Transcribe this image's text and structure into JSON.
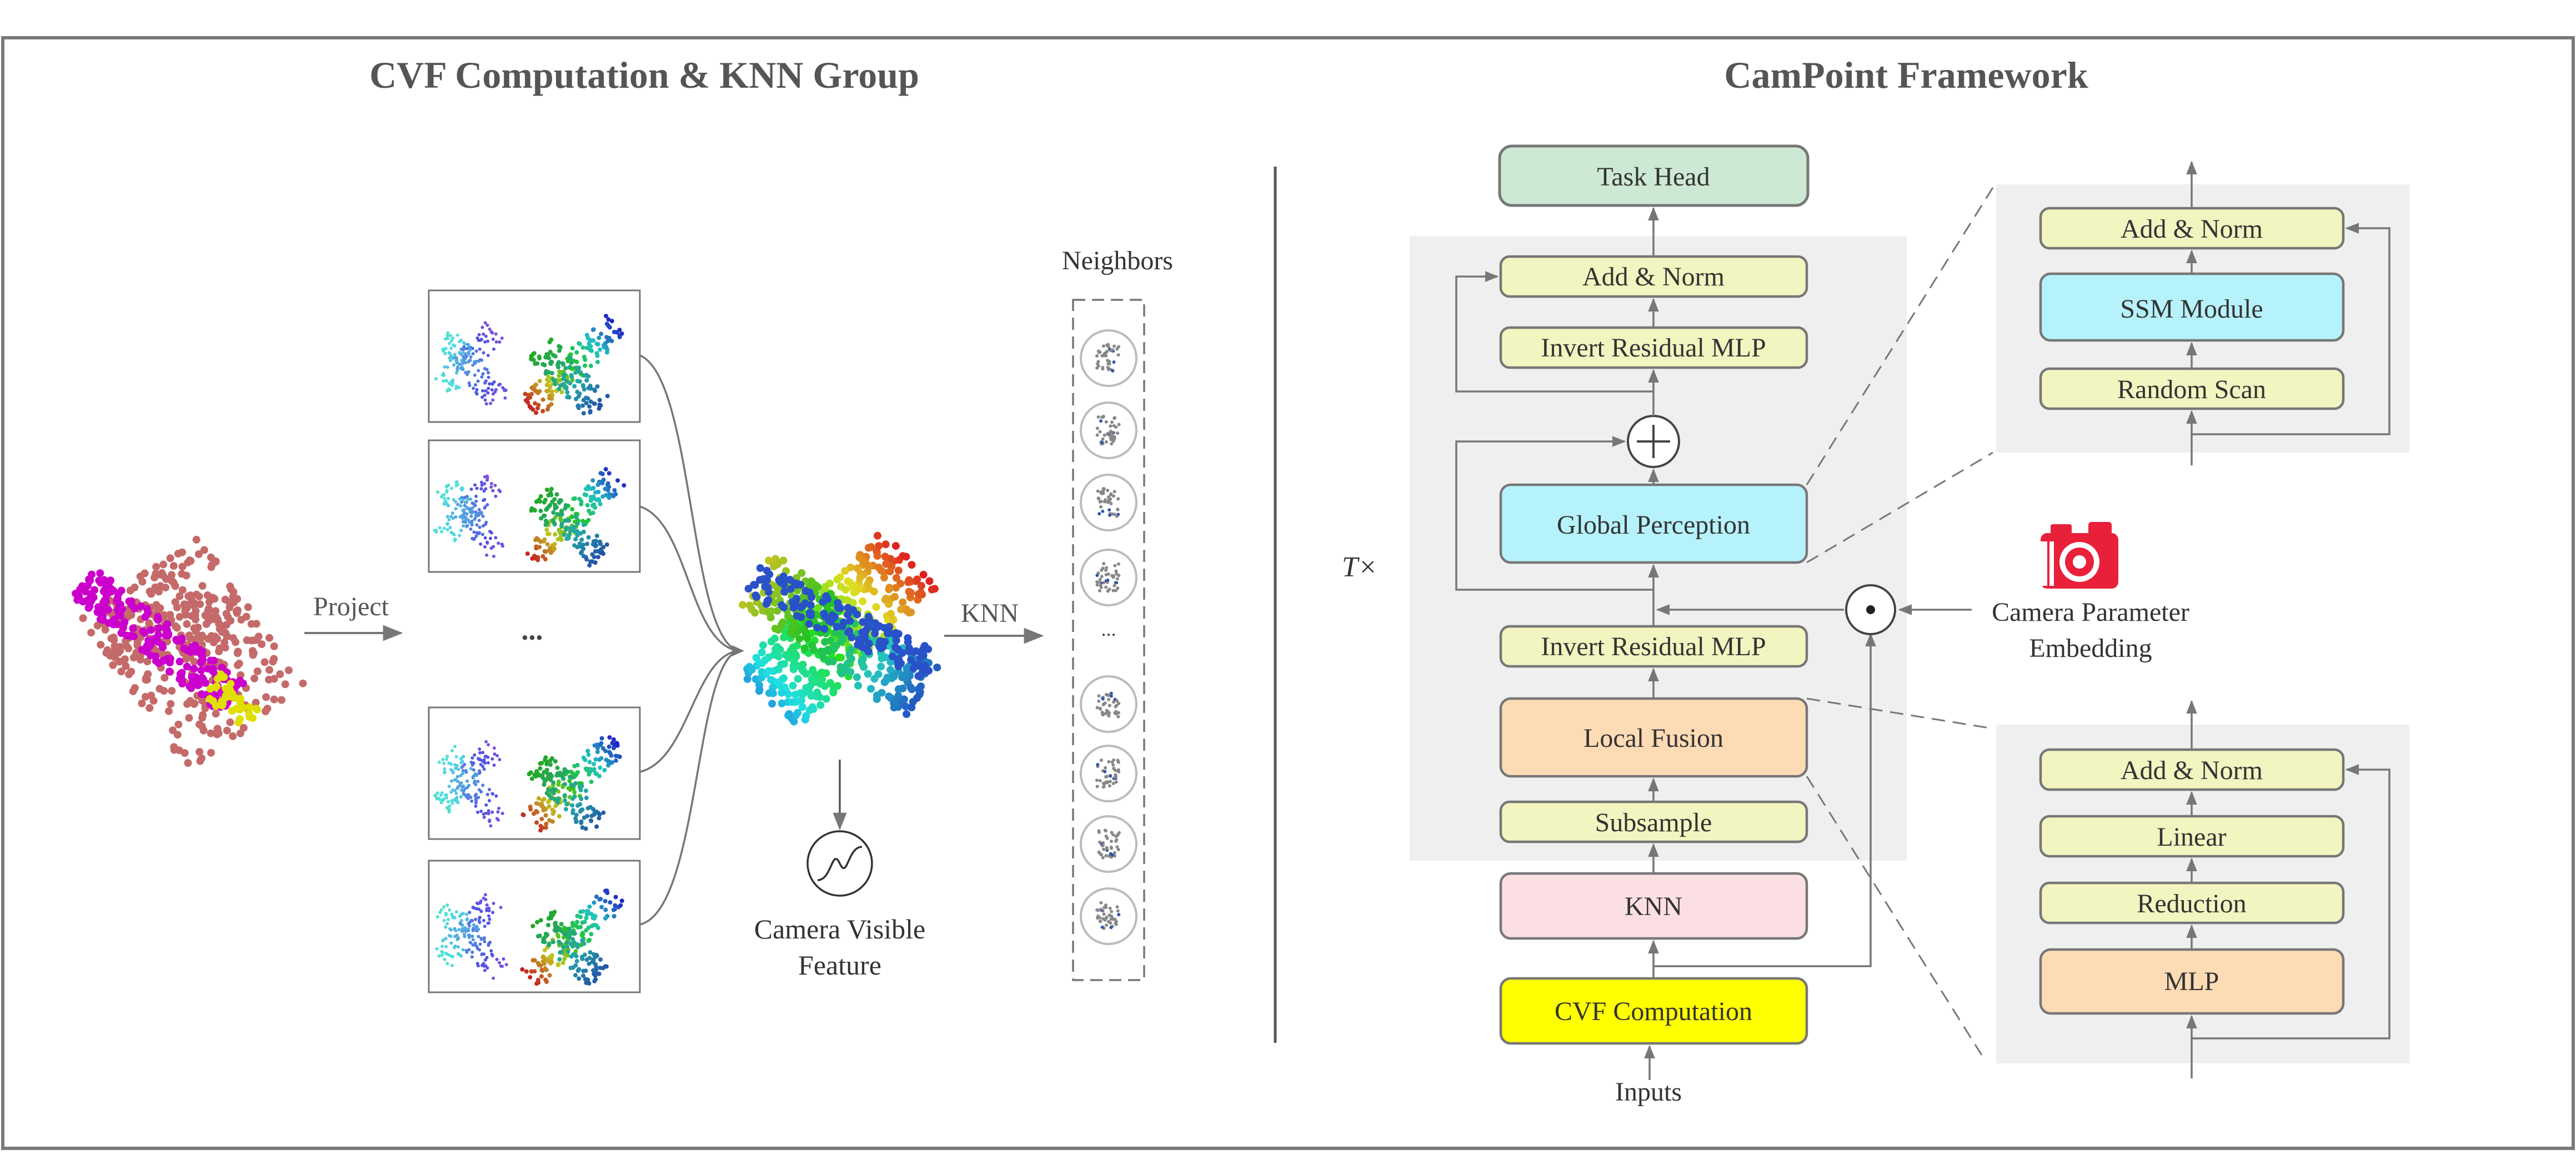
{
  "left_panel": {
    "title": "CVF Computation & KNN Group",
    "project_label": "Project",
    "ellipsis": "...",
    "knn_label": "KNN",
    "neighbors_label": "Neighbors",
    "neighbors_ellipsis": "...",
    "cvf_label_line1": "Camera Visible",
    "cvf_label_line2": "Feature"
  },
  "right_panel": {
    "title": "CamPoint Framework",
    "repeat_label": "T×",
    "blocks": {
      "task_head": "Task Head",
      "add_norm": "Add & Norm",
      "invert_mlp_top": "Invert Residual MLP",
      "global_perception": "Global Perception",
      "invert_mlp_bottom": "Invert Residual MLP",
      "local_fusion": "Local Fusion",
      "subsample": "Subsample",
      "knn": "KNN",
      "cvf_computation": "CVF Computation",
      "inputs": "Inputs"
    },
    "camera_param_line1": "Camera Parameter",
    "camera_param_line2": "Embedding",
    "ssm_detail": {
      "add_norm": "Add & Norm",
      "ssm_module": "SSM Module",
      "random_scan": "Random Scan"
    },
    "fusion_detail": {
      "add_norm": "Add & Norm",
      "linear": "Linear",
      "reduction": "Reduction",
      "mlp": "MLP"
    }
  },
  "colors": {
    "frame": "#7a7a7a",
    "group_bg": "#efefef",
    "task_head": "#cde9d4",
    "yellow_block": "#f2f5c0",
    "cyan_block": "#b6f2fb",
    "orange_block": "#fddbb5",
    "pink_block": "#fcdfe2",
    "cvf_block": "#ffff00",
    "title_text": "#555555"
  }
}
